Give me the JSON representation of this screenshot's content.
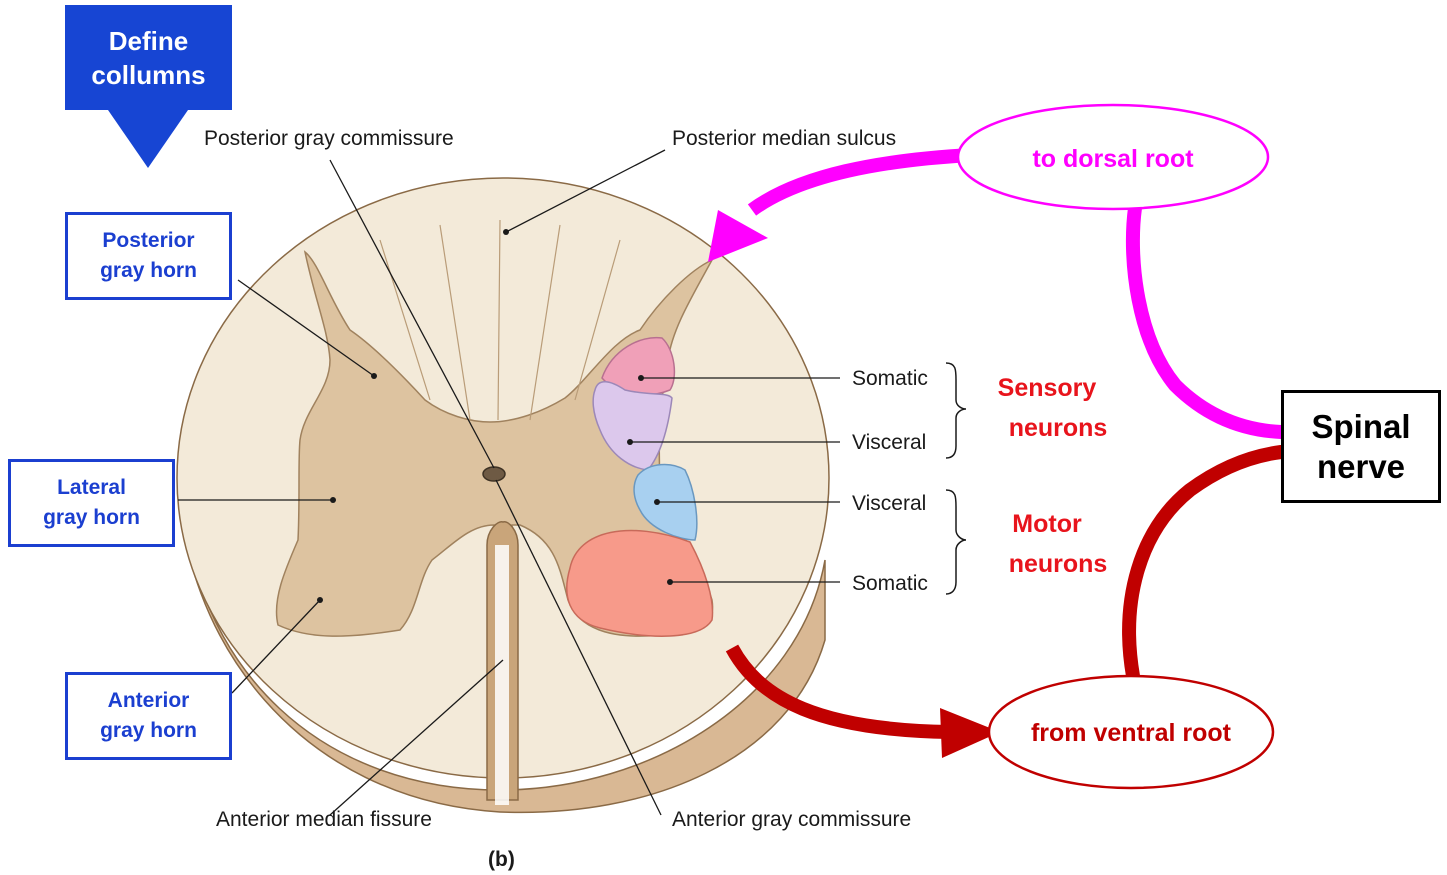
{
  "callout": {
    "line1": "Define",
    "line2": "collumns"
  },
  "boxes": {
    "posterior": {
      "line1": "Posterior",
      "line2": "gray horn"
    },
    "lateral": {
      "line1": "Lateral",
      "line2": "gray horn"
    },
    "anterior": {
      "line1": "Anterior",
      "line2": "gray horn"
    }
  },
  "labels": {
    "posterior_gray_commissure": "Posterior gray commissure",
    "posterior_median_sulcus": "Posterior median sulcus",
    "anterior_median_fissure": "Anterior median fissure",
    "anterior_gray_commissure": "Anterior gray commissure",
    "somatic_sensory": "Somatic",
    "visceral_sensory": "Visceral",
    "visceral_motor": "Visceral",
    "somatic_motor": "Somatic",
    "figure_tag": "(b)"
  },
  "groups": {
    "sensory": {
      "line1": "Sensory",
      "line2": "neurons"
    },
    "motor": {
      "line1": "Motor",
      "line2": "neurons"
    }
  },
  "roots": {
    "dorsal": "to dorsal root",
    "ventral": "from ventral root"
  },
  "spinal_nerve": {
    "line1": "Spinal",
    "line2": "nerve"
  },
  "colors": {
    "callout_blue": "#1745d3",
    "box_blue": "#1b3fd0",
    "sensory_red": "#e8141c",
    "dorsal_magenta": "#ff00ff",
    "ventral_darkred": "#c00000",
    "white_matter": "#f3ead9",
    "gray_matter": "#ddc3a0",
    "somatic_sensory_zone": "#f0a0b8",
    "visceral_sensory_zone": "#dcc8ec",
    "visceral_motor_zone": "#a8d0f0",
    "somatic_motor_zone": "#f79a8a"
  }
}
